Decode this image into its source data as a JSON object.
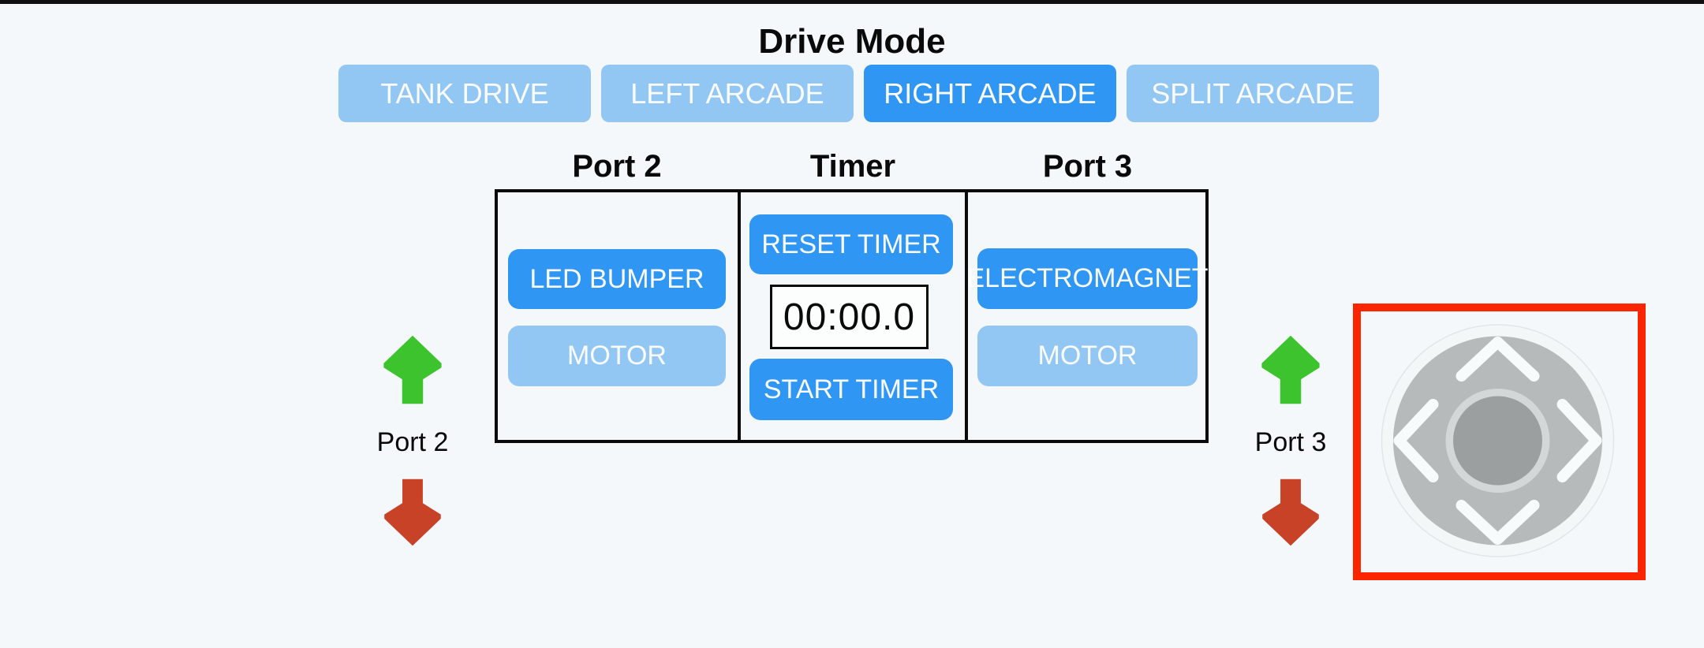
{
  "title": "Drive Mode",
  "drive_mode": {
    "buttons": [
      {
        "label": "TANK DRIVE",
        "active": false
      },
      {
        "label": "LEFT ARCADE",
        "active": false
      },
      {
        "label": "RIGHT ARCADE",
        "active": true
      },
      {
        "label": "SPLIT ARCADE",
        "active": false
      }
    ]
  },
  "ports_panel": {
    "columns": [
      {
        "header": "Port 2"
      },
      {
        "header": "Timer"
      },
      {
        "header": "Port 3"
      }
    ],
    "port2": {
      "device_button": "LED BUMPER",
      "motor_button": "MOTOR"
    },
    "timer": {
      "reset_button": "RESET TIMER",
      "display": "00:00.0",
      "start_button": "START TIMER"
    },
    "port3": {
      "device_button": "ELECTROMAGNET",
      "motor_button": "MOTOR"
    }
  },
  "port_steppers": [
    {
      "label": "Port 2"
    },
    {
      "label": "Port 3"
    }
  ],
  "colors": {
    "background": "#F5F8FA",
    "button_active_blue": "#2F96F3",
    "button_inactive_blue": "#92C7F4",
    "button_text": "#FAFCFE",
    "up_arrow_green": "#3DC32E",
    "down_arrow_red": "#C74227",
    "joystick_highlight_red": "#FB2600",
    "panel_border": "#0A0A0A",
    "joystick_base_gray": "#B6BABB",
    "joystick_knob_gray": "#9B9FA0"
  }
}
